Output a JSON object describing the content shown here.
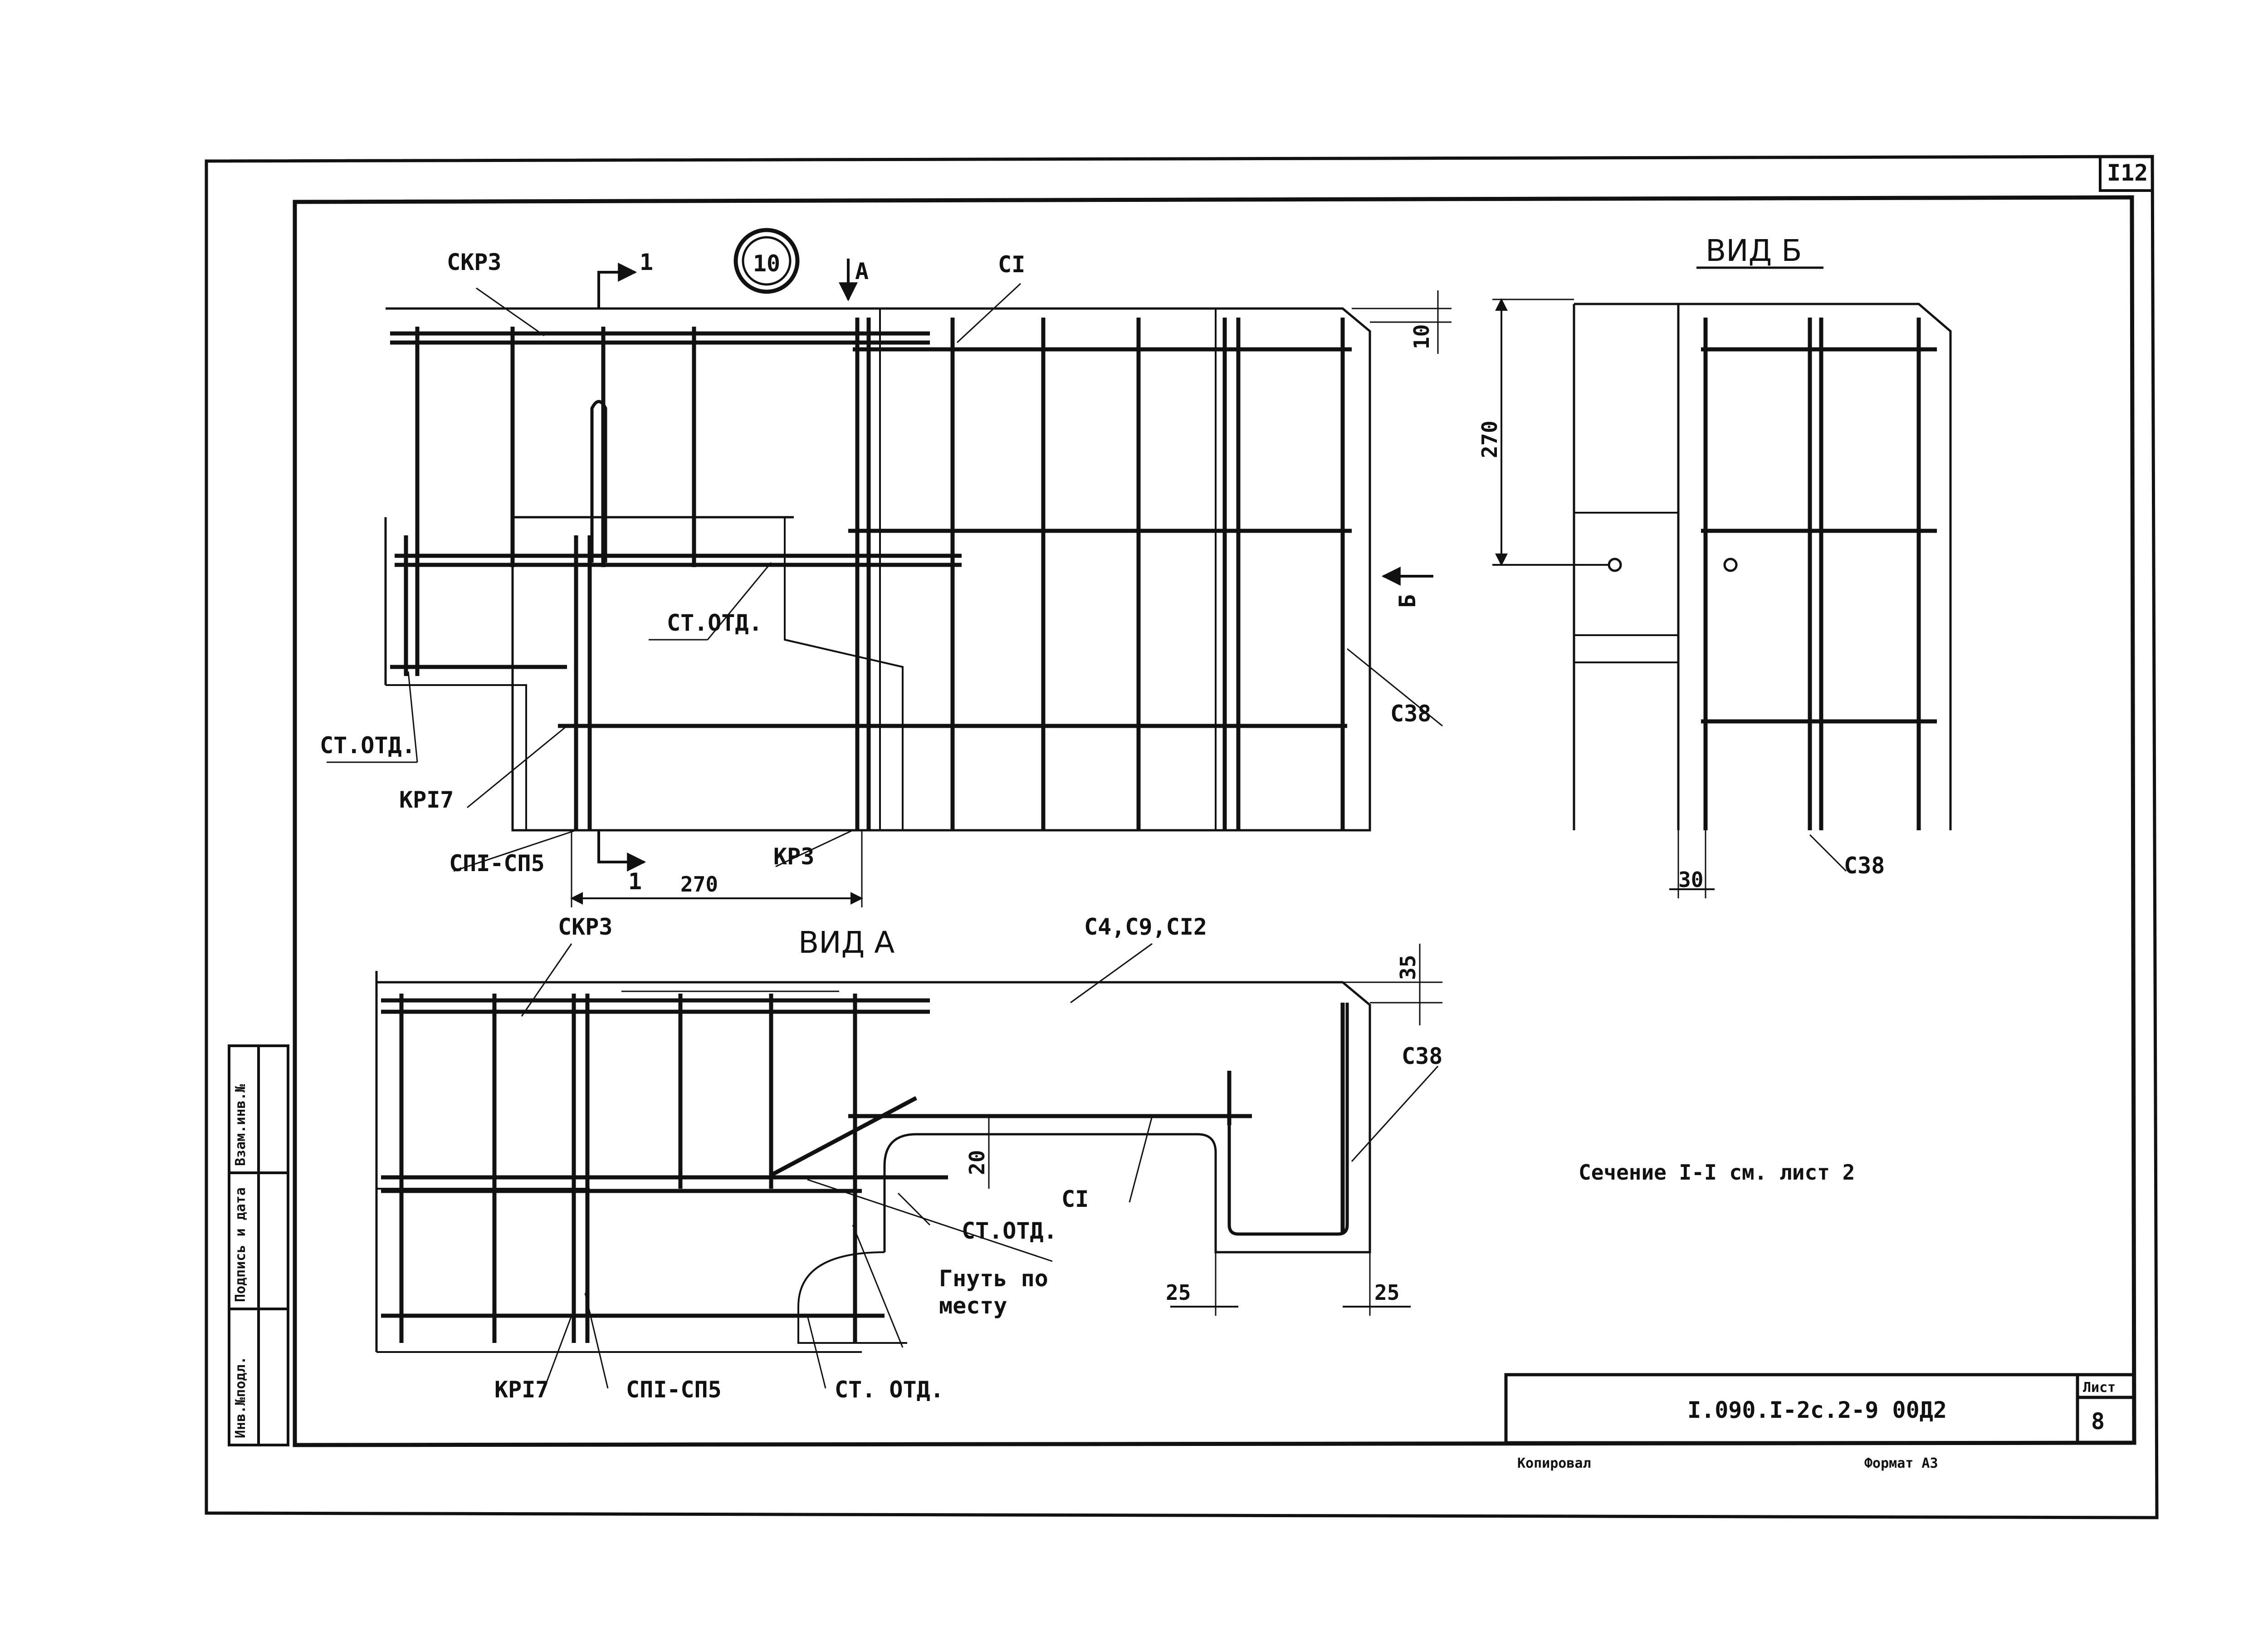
{
  "sheet_corner_number": "I12",
  "detail_marker": "10",
  "section_arrow_label": "1",
  "view_arrow_a_label": "А",
  "view_arrow_b_label": "Б",
  "plan": {
    "labels": {
      "skr3": "СКР3",
      "c1": "СI",
      "st_otd_1": "СТ.ОТД.",
      "st_otd_2": "СТ.ОТД.",
      "kr17": "КРI7",
      "sp": "СПI-СП5",
      "kr3": "КР3",
      "c38": "С38"
    },
    "dims": {
      "width": "270",
      "top_offset": "10"
    }
  },
  "view_a": {
    "title": "ВИД А",
    "labels": {
      "skr3": "СКР3",
      "c4_c9_c12": "С4,С9,СI2",
      "c38": "С38",
      "c1": "СI",
      "st_otd_1": "СТ.ОТД.",
      "bend_line1": "Гнуть по",
      "bend_line2": "месту",
      "kr17": "КРI7",
      "sp": "СПI-СП5",
      "st_otd_2": "СТ. ОТД."
    },
    "dims": {
      "top": "35",
      "step": "20",
      "left_cover": "25",
      "right_cover": "25"
    }
  },
  "view_b": {
    "title": "ВИД Б",
    "labels": {
      "c38": "С38"
    },
    "dims": {
      "height": "270",
      "offset": "30"
    }
  },
  "section_note": "Сечение I-I см. лист 2",
  "side_stamp": [
    "Инв.№подл.",
    "Подпись и дата",
    "Взам.инв.№"
  ],
  "title_block": {
    "code": "I.090.I-2с.2-9 00Д2",
    "sheet_label": "Лист",
    "sheet_number": "8"
  },
  "footer": {
    "copied": "Копировал",
    "format": "Формат А3"
  }
}
